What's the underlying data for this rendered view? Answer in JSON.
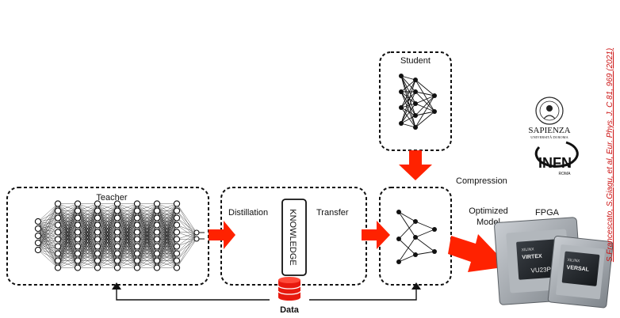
{
  "labels": {
    "teacher": "Teacher",
    "distillation": "Distillation",
    "knowledge": "KNOWLEDGE",
    "transfer": "Transfer",
    "student": "Student",
    "compression": "Compression",
    "optimized_model_line1": "Optimized",
    "optimized_model_line2": "Model",
    "fpga": "FPGA",
    "data": "Data"
  },
  "logos": {
    "sapienza": "SAPIENZA",
    "sapienza_sub": "UNIVERSITÀ DI ROMA",
    "infn": "INFN",
    "infn_sub": "ROMA"
  },
  "chip": {
    "front_brand": "XILINX",
    "front_family": "VIRTEX",
    "front_model": "VU23P",
    "back_brand": "XILINX",
    "back_family": "VERSAL"
  },
  "citation": "S.Francescato, S.Giagu, et al, Eur. Phys. J. C 81, 969 (2021)",
  "colors": {
    "arrow": "#ff2200",
    "citation": "#cc1111"
  }
}
